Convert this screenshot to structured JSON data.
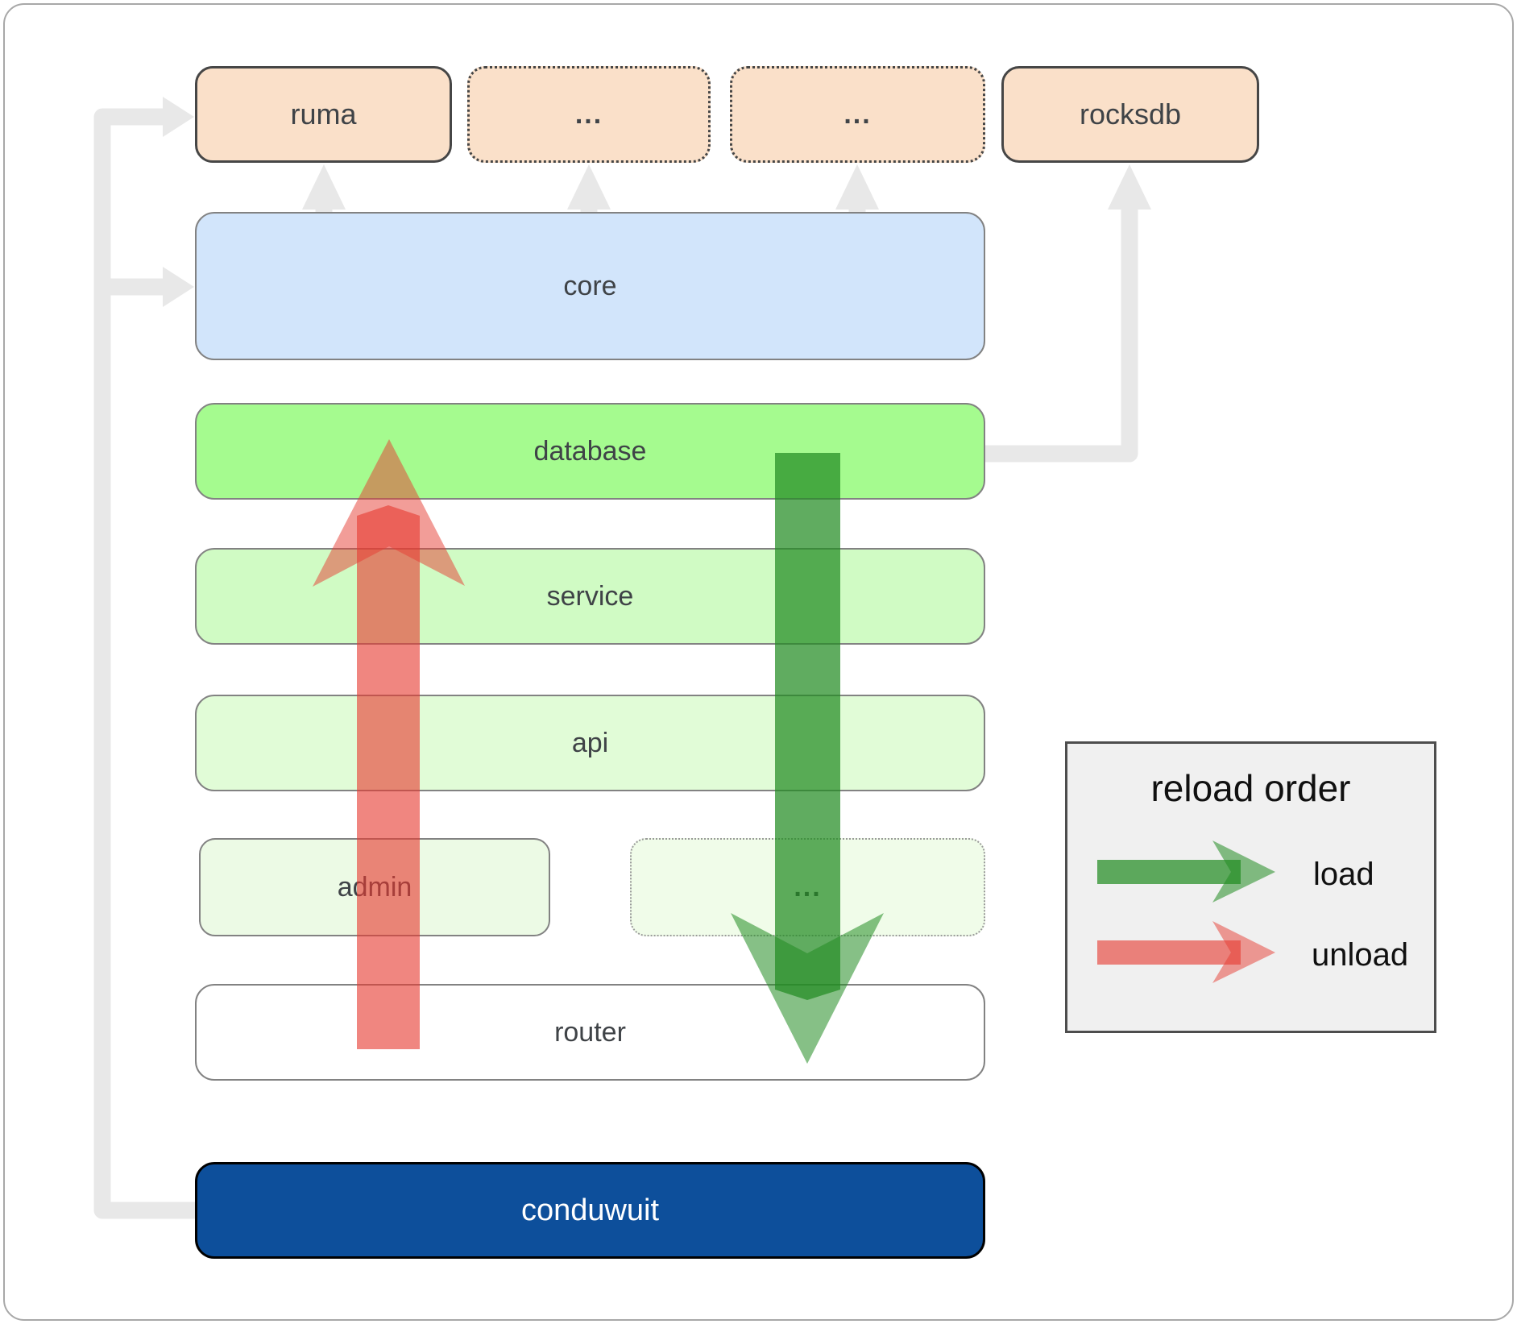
{
  "nodes": {
    "ruma": "ruma",
    "ellipsis_1": "...",
    "ellipsis_2": "...",
    "rocksdb": "rocksdb",
    "core": "core",
    "database": "database",
    "service": "service",
    "api": "api",
    "admin": "admin",
    "admin_ellipsis": "...",
    "router": "router",
    "conduwuit": "conduwuit"
  },
  "legend": {
    "title": "reload order",
    "items": [
      {
        "label": "load",
        "arrow_icon": "load-arrow-icon",
        "color": "#238c23"
      },
      {
        "label": "unload",
        "arrow_icon": "unload-arrow-icon",
        "color": "#e63c32"
      }
    ]
  },
  "colors": {
    "load_green": "#238c23",
    "unload_red": "#e63c32",
    "module_peach": "#fae0c9",
    "core_blue": "#d2e5fb",
    "database_green": "#a5fb8f",
    "service_green": "#d0fbc4",
    "api_green": "#e1fcd7",
    "admin_green": "#ecfae5",
    "router_white": "#ffffff",
    "conduwuit_blue": "#0d4f9b",
    "connector_grey": "#e8e8e8"
  }
}
